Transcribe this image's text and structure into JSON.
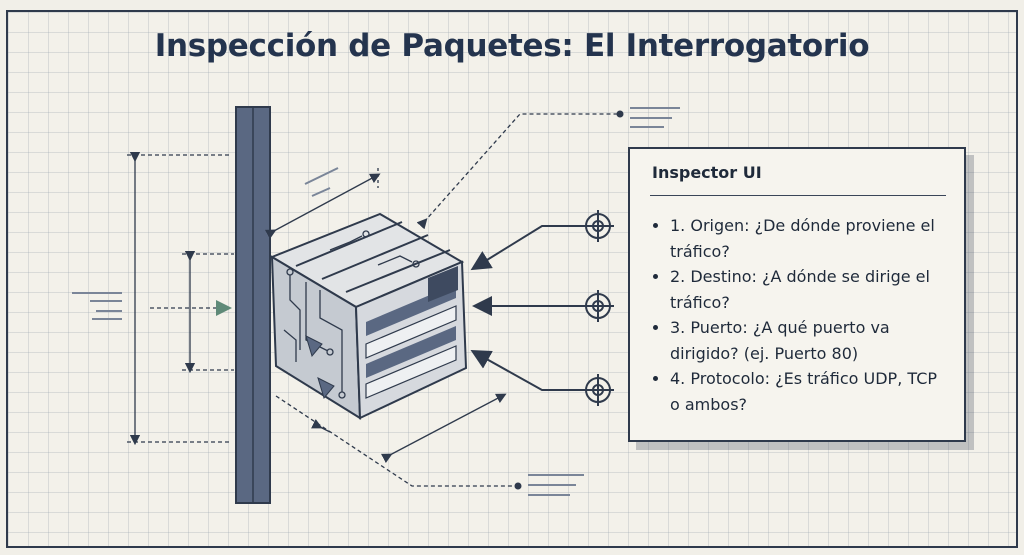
{
  "title": "Inspección de Paquetes: El Interrogatorio",
  "inspector": {
    "heading": "Inspector UI",
    "items": [
      "1. Origen: ¿De dónde proviene el tráfico?",
      "2. Destino: ¿A dónde se dirige el tráfico?",
      "3. Puerto: ¿A qué puerto va dirigido? (ej. Puerto 80)",
      "4. Protocolo: ¿Es tráfico UDP, TCP o ambos?"
    ]
  },
  "colors": {
    "ink": "#24344e",
    "pillar": "#5a6882",
    "accent_arrow": "#5f8a78",
    "background": "#f1efe8"
  },
  "icons": [
    "crosshair-icon",
    "crosshair-icon",
    "crosshair-icon",
    "packet-cube-icon"
  ]
}
